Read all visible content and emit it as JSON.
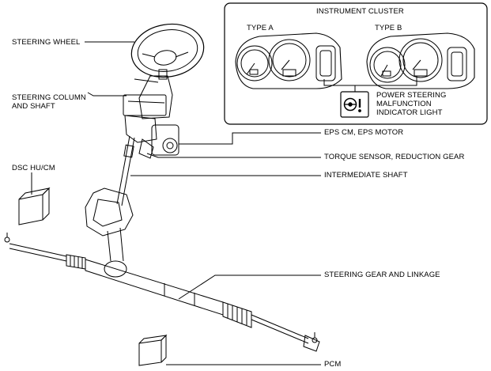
{
  "instrument_cluster": {
    "title": "INSTRUMENT CLUSTER",
    "type_a": "TYPE A",
    "type_b": "TYPE B",
    "indicator_label": "POWER STEERING\nMALFUNCTION\nINDICATOR LIGHT",
    "indicator_icon": "power-steering-warning-icon"
  },
  "labels": {
    "steering_wheel": "STEERING WHEEL",
    "steering_column": "STEERING COLUMN\nAND SHAFT",
    "dsc": "DSC HU/CM",
    "eps": "EPS CM, EPS MOTOR",
    "torque": "TORQUE SENSOR, REDUCTION GEAR",
    "intermediate": "INTERMEDIATE SHAFT",
    "gear": "STEERING GEAR AND LINKAGE",
    "pcm": "PCM"
  }
}
